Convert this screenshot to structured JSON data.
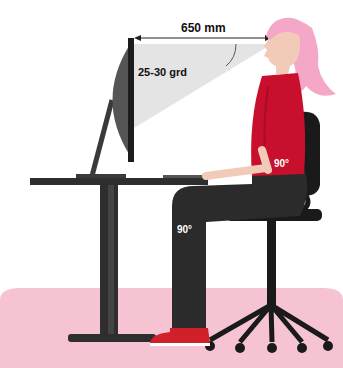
{
  "diagram": {
    "labels": [
      "650 mm",
      "25-30 grd",
      "90°",
      "90°"
    ]
  }
}
